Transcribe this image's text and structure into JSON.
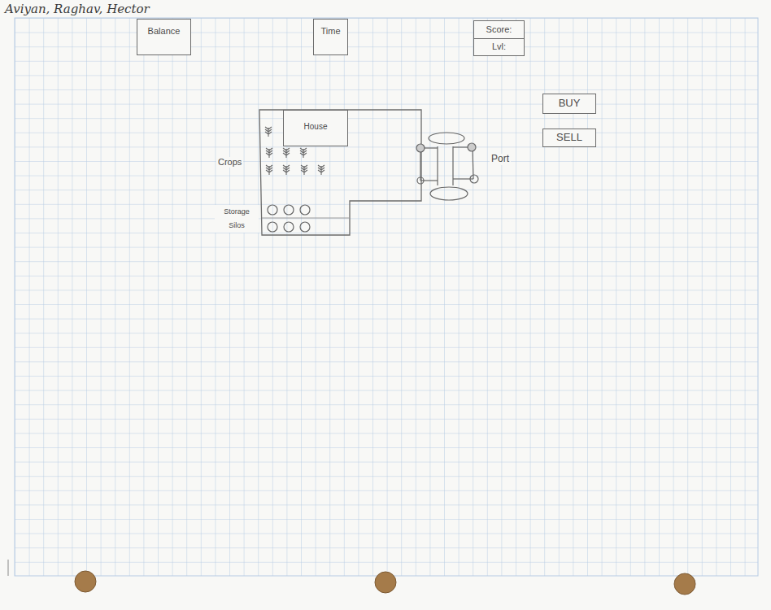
{
  "diagram": {
    "nodes": [
      {
        "text": [
          "Balance"
        ]
      },
      {
        "text": [
          "Time"
        ]
      },
      {
        "text": [
          "Score:"
        ]
      },
      {
        "text": [
          "Lvl:"
        ]
      },
      {
        "text": [
          "BUY"
        ]
      },
      {
        "text": [
          "SELL"
        ]
      },
      {
        "text": [
          "House"
        ]
      }
    ],
    "labels": [
      "Aviyan, Raghav, Hector",
      "Crops",
      "Storage Silos",
      "Port"
    ]
  }
}
